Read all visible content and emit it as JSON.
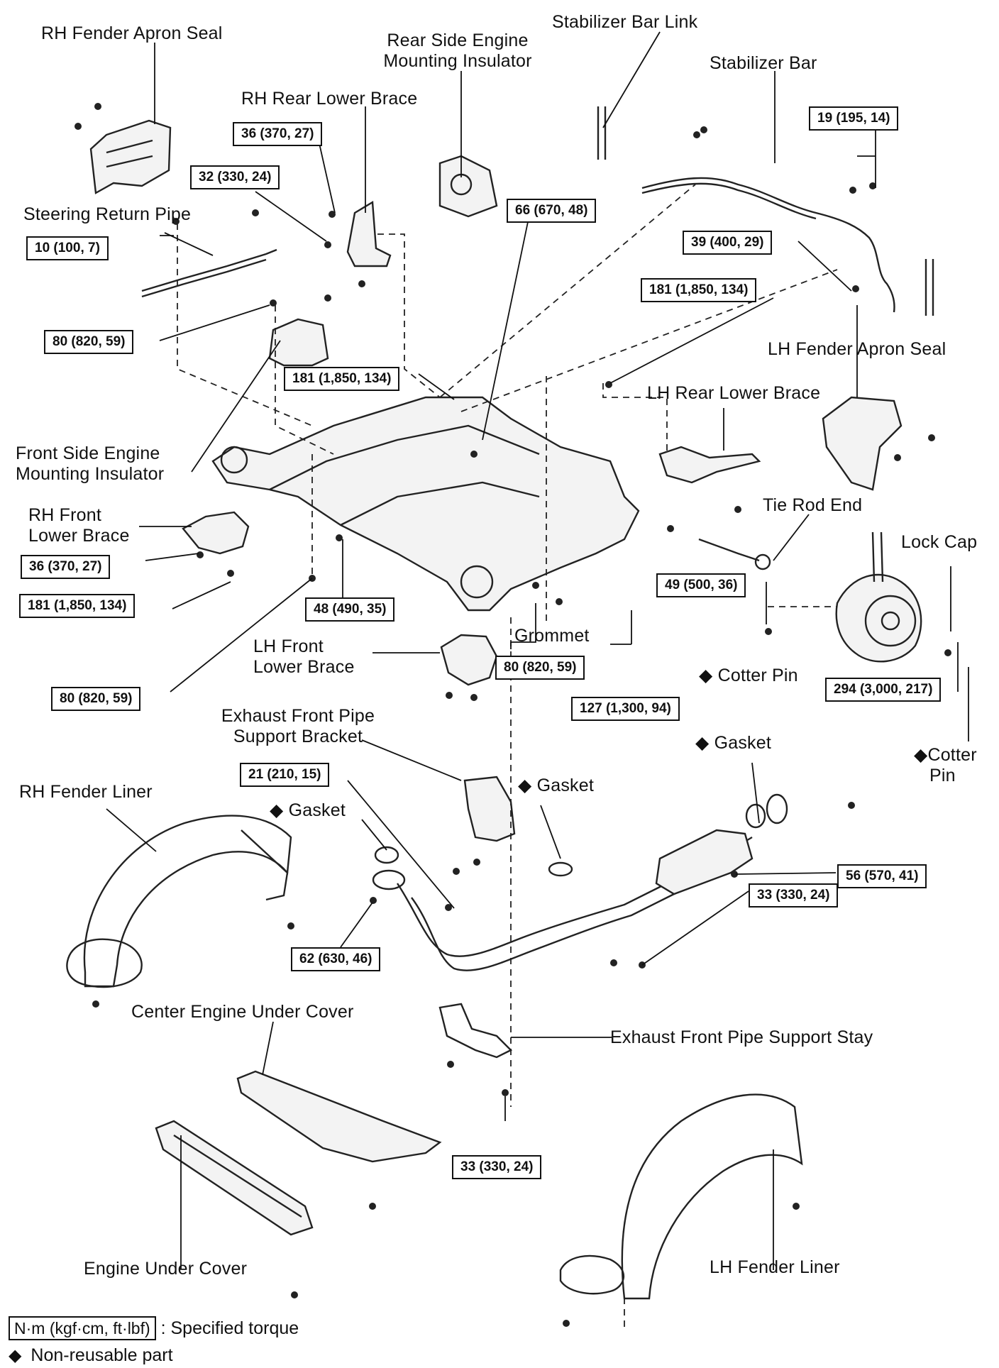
{
  "labels": {
    "rh_fender_apron_seal": "RH Fender Apron Seal",
    "rear_side_engine_mounting_insulator": [
      "Rear Side Engine",
      "Mounting Insulator"
    ],
    "stabilizer_bar_link": "Stabilizer Bar Link",
    "stabilizer_bar": "Stabilizer Bar",
    "rh_rear_lower_brace": "RH Rear Lower Brace",
    "steering_return_pipe": "Steering Return Pipe",
    "lh_fender_apron_seal": "LH Fender Apron Seal",
    "lh_rear_lower_brace": "LH Rear Lower Brace",
    "front_side_engine_mounting_insulator": [
      "Front Side Engine",
      "Mounting Insulator"
    ],
    "rh_front_lower_brace": [
      "RH Front",
      "Lower Brace"
    ],
    "tie_rod_end": "Tie Rod End",
    "lock_cap": "Lock Cap",
    "lh_front_lower_brace": [
      "LH Front",
      "Lower Brace"
    ],
    "grommet": "Grommet",
    "cotter_pin_1": "Cotter Pin",
    "cotter_pin_2": [
      "Cotter",
      "Pin"
    ],
    "exhaust_front_pipe_support_bracket": [
      "Exhaust Front Pipe",
      "Support Bracket"
    ],
    "gasket_1": "Gasket",
    "gasket_2": "Gasket",
    "gasket_3": "Gasket",
    "rh_fender_liner": "RH Fender Liner",
    "center_engine_under_cover": "Center Engine Under Cover",
    "exhaust_front_pipe_support_stay": "Exhaust Front Pipe Support Stay",
    "engine_under_cover": "Engine Under Cover",
    "lh_fender_liner": "LH Fender Liner"
  },
  "torques": {
    "t_36_a": "36 (370, 27)",
    "t_32_a": "32 (330, 24)",
    "t_10": "10 (100, 7)",
    "t_66": "66 (670, 48)",
    "t_19": "19 (195, 14)",
    "t_39": "39 (400, 29)",
    "t_181_a": "181 (1,850, 134)",
    "t_80_a": "80 (820, 59)",
    "t_181_b": "181 (1,850, 134)",
    "t_36_b": "36 (370, 27)",
    "t_181_c": "181 (1,850, 134)",
    "t_48": "48 (490, 35)",
    "t_49": "49 (500, 36)",
    "t_80_b": "80 (820, 59)",
    "t_80_c": "80 (820, 59)",
    "t_127": "127 (1,300, 94)",
    "t_294": "294 (3,000, 217)",
    "t_21": "21 (210, 15)",
    "t_56": "56 (570, 41)",
    "t_62": "62 (630, 46)",
    "t_33_a": "33 (330, 24)",
    "t_33_b": "33 (330, 24)"
  },
  "legend": {
    "torque_unit": "N·m (kgf·cm, ft·lbf)",
    "torque_desc": ": Specified torque",
    "nonreusable_symbol": "◆",
    "nonreusable_desc": "Non-reusable part"
  },
  "symbols": {
    "diamond": "◆"
  }
}
